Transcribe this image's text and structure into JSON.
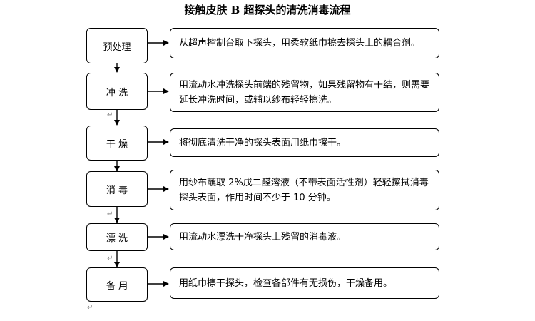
{
  "title": "接触皮肤 B 超探头的清洗消毒流程",
  "steps": [
    {
      "label": "预处理",
      "desc": "从超声控制台取下探头，用柔软纸巾擦去探头上的耦合剂。"
    },
    {
      "label": "冲 洗",
      "desc": "用流动水冲洗探头前端的残留物，如果残留物有干结，则需要延长冲洗时间，或辅以纱布轻轻擦洗。"
    },
    {
      "label": "干 燥",
      "desc": "将彻底清洗干净的探头表面用纸巾擦干。"
    },
    {
      "label": "消 毒",
      "desc": "用纱布蘸取 2%戊二醛溶液（不带表面活性剂）轻轻擦拭消毒探头表面，作用时间不少于 10 分钟。"
    },
    {
      "label": "漂 洗",
      "desc": "用流动水漂洗干净探头上残留的消毒液。"
    },
    {
      "label": "备 用",
      "desc": "用纸巾擦干探头，检查各部件有无损伤，干燥备用。"
    }
  ]
}
